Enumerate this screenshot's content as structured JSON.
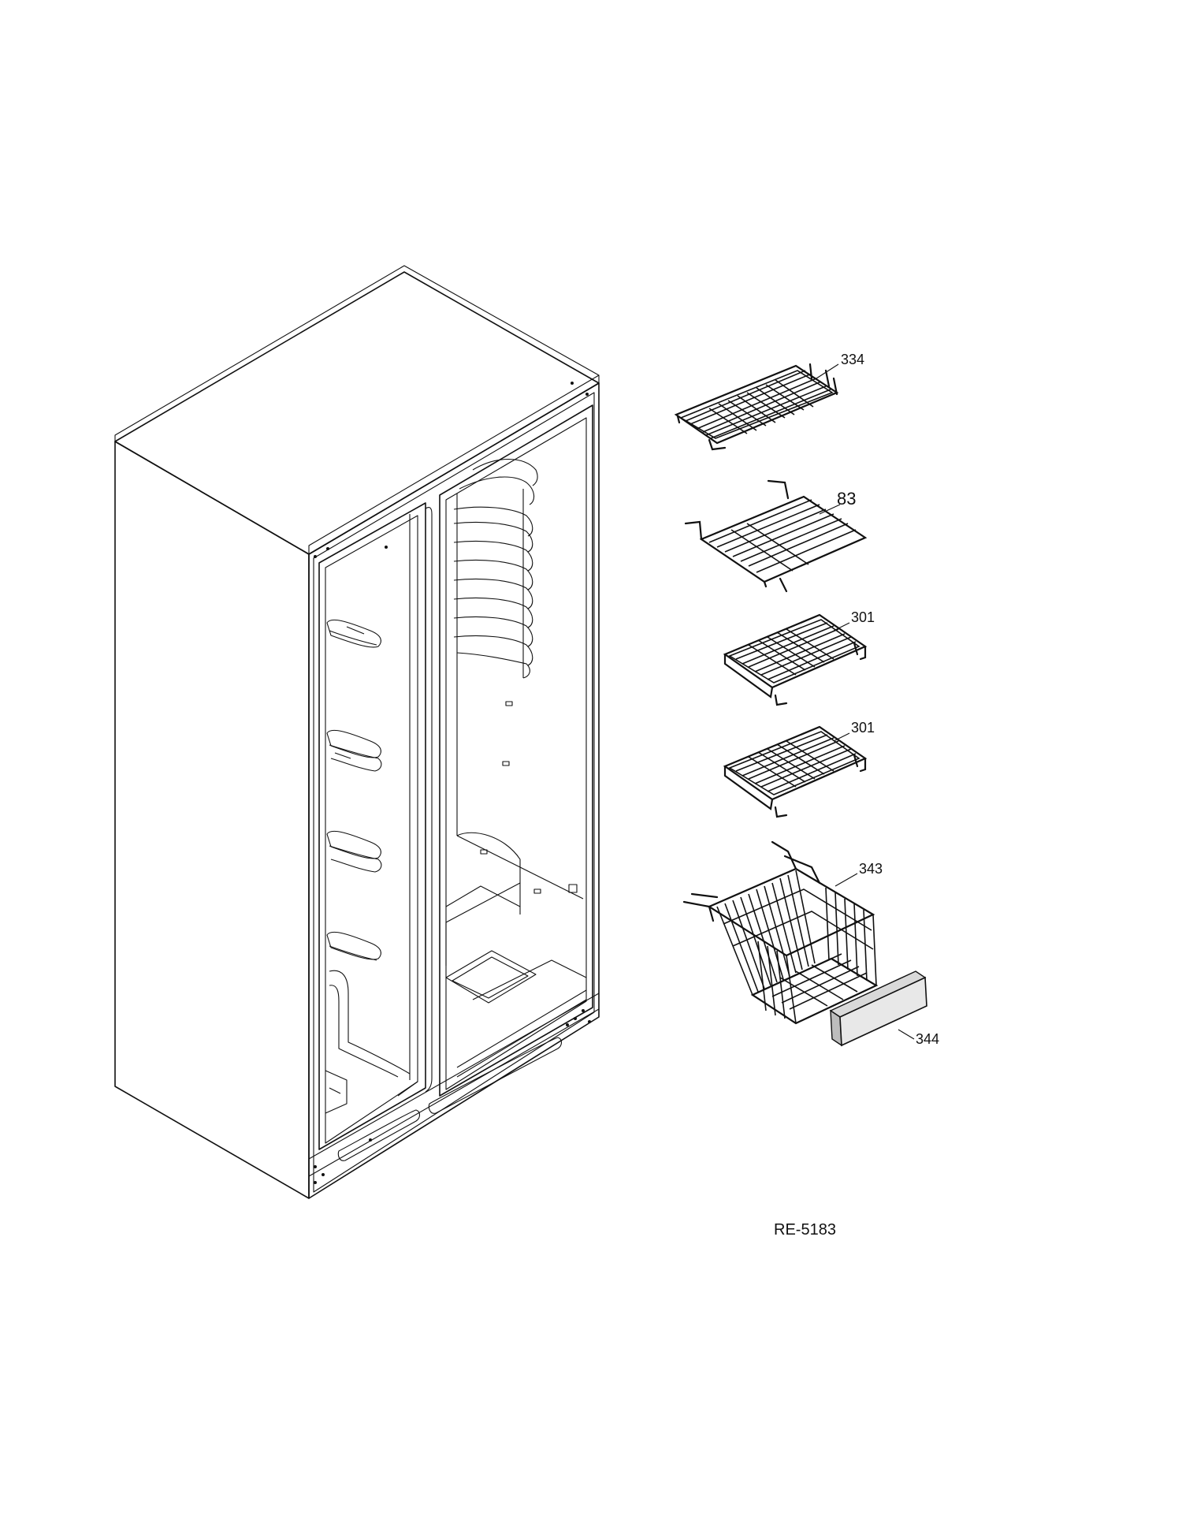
{
  "diagram": {
    "drawing_number": "RE-5183",
    "callouts": [
      {
        "id": "callout-334",
        "text": "334"
      },
      {
        "id": "callout-83",
        "text": "83"
      },
      {
        "id": "callout-301-a",
        "text": "301"
      },
      {
        "id": "callout-301-b",
        "text": "301"
      },
      {
        "id": "callout-343",
        "text": "343"
      },
      {
        "id": "callout-344",
        "text": "344"
      }
    ]
  }
}
